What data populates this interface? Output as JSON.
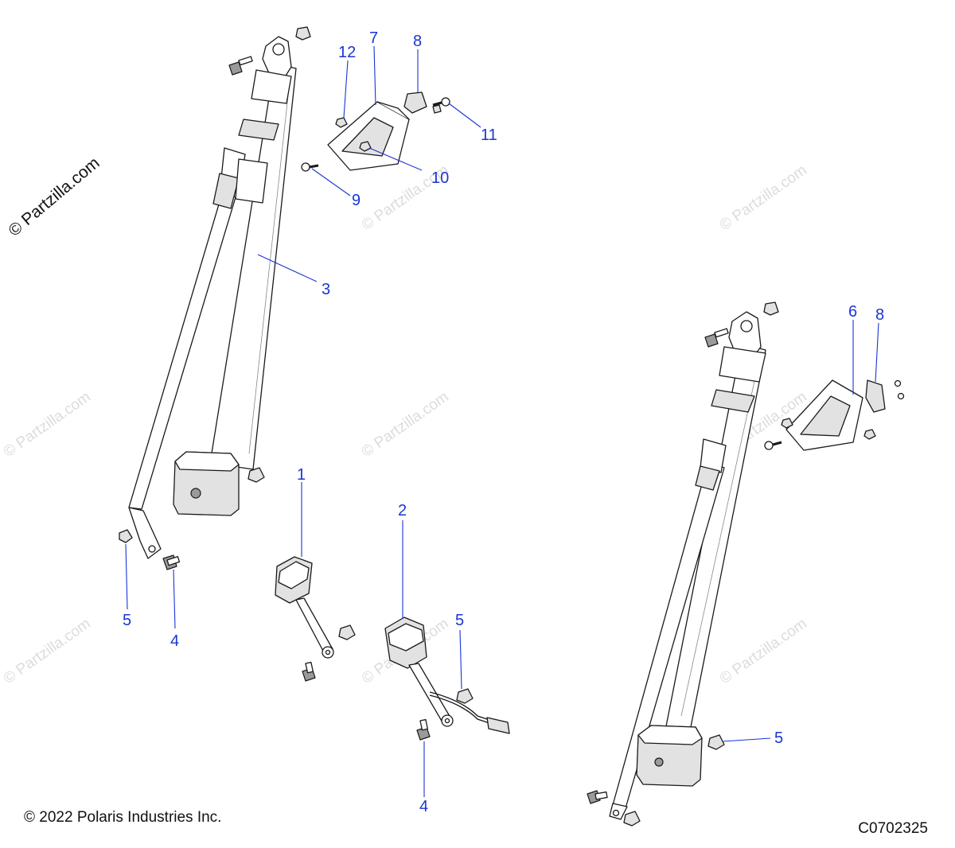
{
  "watermark": {
    "primary": "© Partzilla.com",
    "repeat": "© Partzilla.com"
  },
  "callouts": {
    "c1": "1",
    "c2": "2",
    "c3": "3",
    "c4a": "4",
    "c4b": "4",
    "c5a": "5",
    "c5b": "5",
    "c5c": "5",
    "c6": "6",
    "c7": "7",
    "c8a": "8",
    "c8b": "8",
    "c9": "9",
    "c10": "10",
    "c11": "11",
    "c12": "12"
  },
  "footer": {
    "copyright": "© 2022 Polaris Industries Inc.",
    "drawing_number": "C0702325"
  },
  "colors": {
    "callout": "#1a35d6",
    "line": "#1a1a1a",
    "watermark": "#dcdcdc"
  }
}
